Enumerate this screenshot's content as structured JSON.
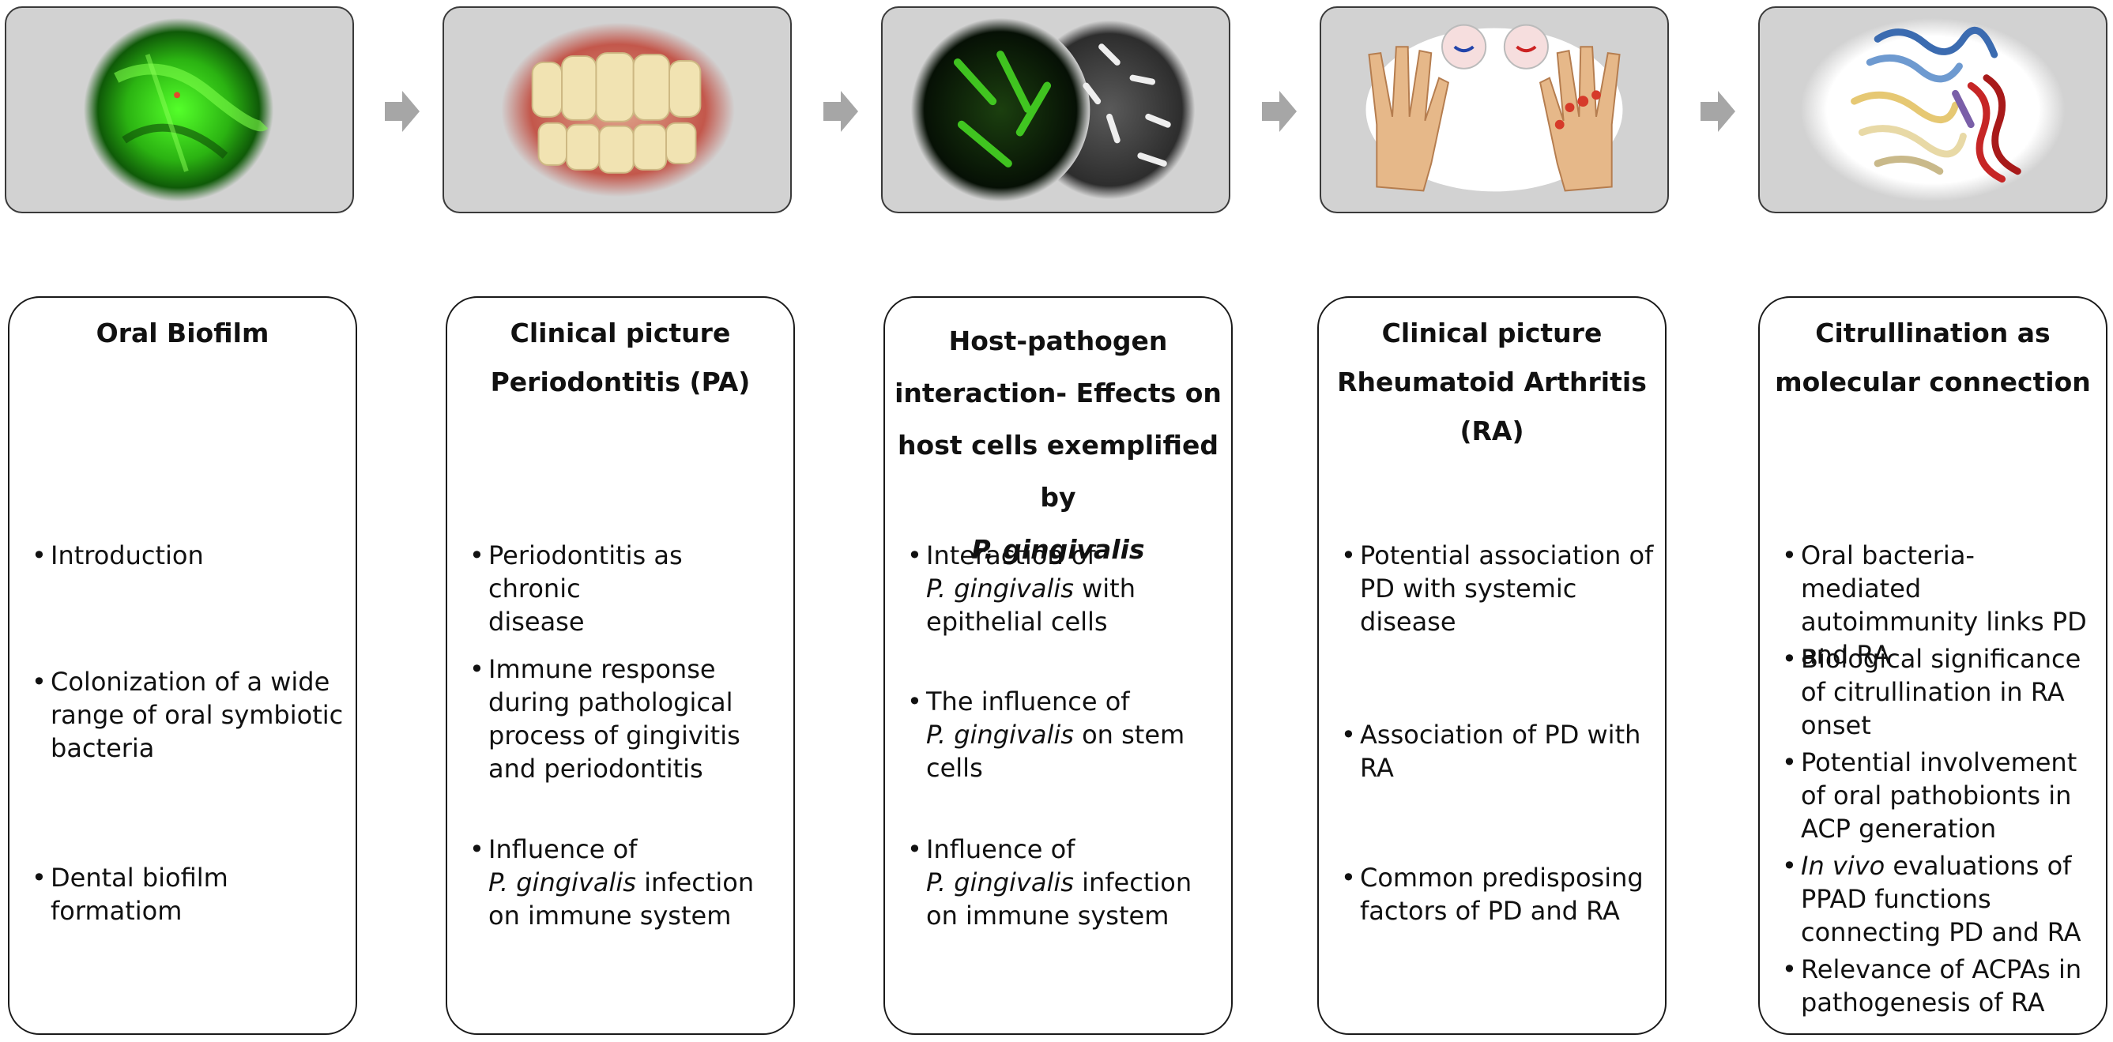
{
  "panels": [
    {
      "title_lines": [
        "Oral Biofilm"
      ],
      "bullets": [
        {
          "lines": [
            [
              "Introduction"
            ]
          ]
        },
        {
          "lines": [
            [
              "Colonization of a wide"
            ],
            [
              "range of oral symbiotic"
            ],
            [
              "bacteria"
            ]
          ]
        },
        {
          "lines": [
            [
              "Dental biofilm"
            ],
            [
              "formatiom"
            ]
          ]
        }
      ]
    },
    {
      "title_lines": [
        "Clinical picture",
        "Periodontitis (PA)"
      ],
      "bullets": [
        {
          "lines": [
            [
              "Periodontitis as chronic"
            ],
            [
              "disease"
            ]
          ]
        },
        {
          "lines": [
            [
              "Immune response"
            ],
            [
              "during pathological"
            ],
            [
              "process of gingivitis"
            ],
            [
              "and periodontitis"
            ]
          ]
        },
        {
          "lines": [
            [
              "Influence of"
            ],
            [
              "*P. gingivalis*",
              " infection"
            ],
            [
              "on immune system"
            ]
          ]
        }
      ]
    },
    {
      "title_lines": [
        "Host-pathogen",
        "interaction- Effects on",
        "host cells exemplified",
        "by *P. gingivalis*"
      ],
      "bullets": [
        {
          "lines": [
            [
              "Interaction of"
            ],
            [
              "*P. gingivalis*",
              " with"
            ],
            [
              "epithelial cells"
            ]
          ]
        },
        {
          "lines": [
            [
              "The influence of"
            ],
            [
              "*P. gingivalis*",
              " on stem"
            ],
            [
              "cells"
            ]
          ]
        },
        {
          "lines": [
            [
              "Influence of"
            ],
            [
              "*P. gingivalis*",
              "  infection"
            ],
            [
              "on immune system"
            ]
          ]
        }
      ]
    },
    {
      "title_lines": [
        "Clinical picture",
        "Rheumatoid Arthritis",
        "(RA)"
      ],
      "bullets": [
        {
          "lines": [
            [
              "Potential association of"
            ],
            [
              "PD with systemic"
            ],
            [
              "disease"
            ]
          ]
        },
        {
          "lines": [
            [
              "Association of PD with"
            ],
            [
              "RA"
            ]
          ]
        },
        {
          "lines": [
            [
              "Common predisposing"
            ],
            [
              "factors of PD and RA"
            ]
          ]
        }
      ]
    },
    {
      "title_lines": [
        "Citrullination as",
        "molecular connection"
      ],
      "bullets": [
        {
          "lines": [
            [
              "Oral bacteria-mediated"
            ],
            [
              "autoimmunity links PD"
            ],
            [
              "and RA"
            ]
          ]
        },
        {
          "lines": [
            [
              "Biological significance"
            ],
            [
              "of citrullination in RA"
            ],
            [
              "onset"
            ]
          ]
        },
        {
          "lines": [
            [
              "Potential involvement"
            ],
            [
              "of oral pathobionts in"
            ],
            [
              "ACP generation"
            ]
          ]
        },
        {
          "lines": [
            [
              "*In vivo*",
              " evaluations of"
            ],
            [
              "PPAD functions"
            ],
            [
              "connecting PD and RA"
            ]
          ]
        },
        {
          "lines": [
            [
              " Relevance of ACPAs in"
            ],
            [
              "pathogenesis of RA"
            ]
          ]
        }
      ]
    }
  ],
  "images": [
    {
      "icon": "biofilm-fluorescence-image"
    },
    {
      "icon": "teeth-gums-photo"
    },
    {
      "icon": "host-cells-and-bacteria-micrograph"
    },
    {
      "icon": "rheumatoid-hands-illustration"
    },
    {
      "icon": "protein-structure-ribbon-image"
    }
  ],
  "colors": {
    "panel_background": "#d2d2d2",
    "arrow": "#a6a6a6",
    "fluorescence_green": "#3ad11a",
    "inflamed_red": "#d63a2a"
  }
}
